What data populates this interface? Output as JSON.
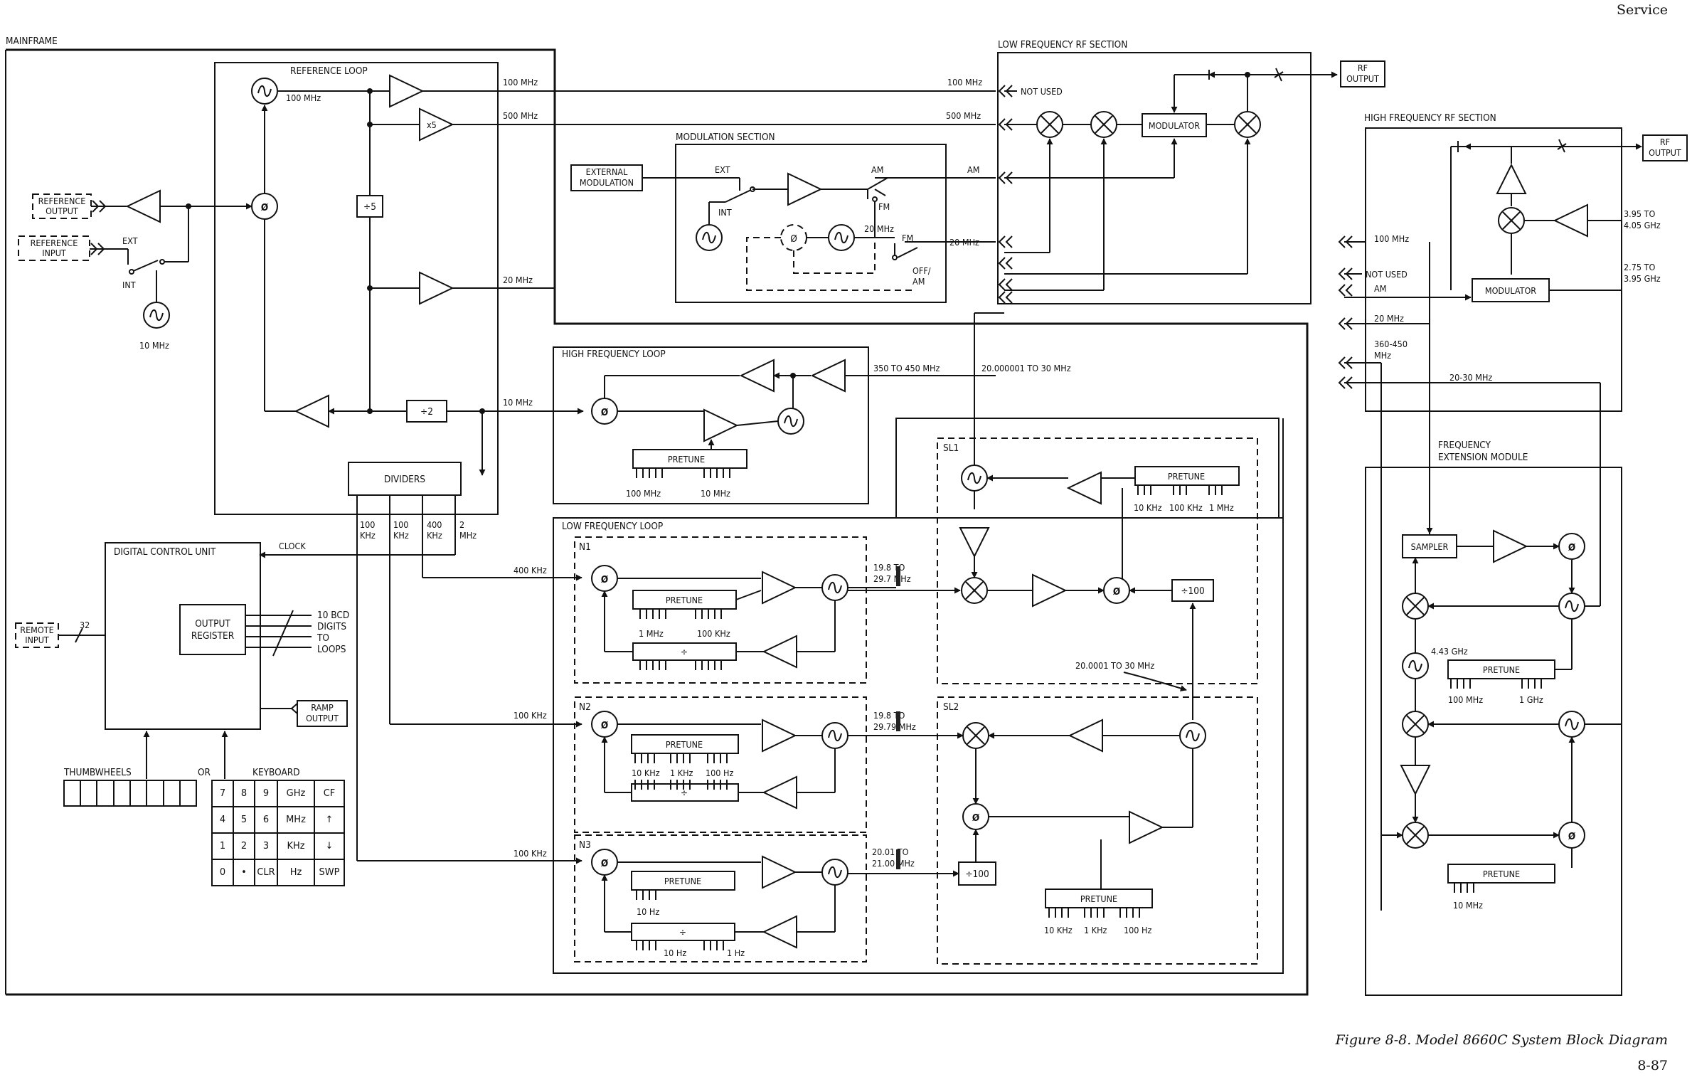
{
  "header": {
    "service": "Service"
  },
  "footer": {
    "caption": "Figure 8-8.  Model 8660C System Block Diagram",
    "page": "8-87"
  },
  "sections": {
    "mainframe": "MAINFRAME",
    "reference_loop": "REFERENCE LOOP",
    "modulation_section": "MODULATION SECTION",
    "lf_rf_section": "LOW FREQUENCY RF SECTION",
    "hf_rf_section": "HIGH FREQUENCY RF SECTION",
    "high_frequency_loop": "HIGH FREQUENCY LOOP",
    "low_frequency_loop": "LOW FREQUENCY LOOP",
    "digital_control_unit": "DIGITAL CONTROL UNIT",
    "freq_ext_module": [
      "FREQUENCY",
      "EXTENSION MODULE"
    ]
  },
  "labels": {
    "ref_output": [
      "REFERENCE",
      "OUTPUT"
    ],
    "ref_input": [
      "REFERENCE",
      "INPUT"
    ],
    "ext": "EXT",
    "int": "INT",
    "ten_mhz": "10 MHz",
    "hundred_mhz": "100 MHz",
    "five_hundred_mhz": "500 MHz",
    "twenty_mhz": "20 MHz",
    "x5": "x5",
    "div5": "÷5",
    "div2": "÷2",
    "div": "÷",
    "div100": "÷100",
    "phi": "Ø",
    "ext_mod": [
      "EXTERNAL",
      "MODULATION"
    ],
    "am": "AM",
    "fm": "FM",
    "off_am": [
      "OFF/",
      "AM"
    ],
    "dividers": "DIVIDERS",
    "div_outs": [
      [
        "100",
        "KHz"
      ],
      [
        "100",
        "KHz"
      ],
      [
        "400",
        "KHz"
      ],
      [
        "2",
        "MHz"
      ]
    ],
    "clock": "CLOCK",
    "output_register": [
      "OUTPUT",
      "REGISTER"
    ],
    "outputs_to_loops": [
      "10 BCD",
      "DIGITS",
      "TO",
      "LOOPS"
    ],
    "remote_input": [
      "REMOTE",
      "INPUT"
    ],
    "bus_32": "32",
    "ramp_output": [
      "RAMP",
      "OUTPUT"
    ],
    "thumbwheels": "THUMBWHEELS",
    "or": "OR",
    "keyboard": "KEYBOARD",
    "keys": [
      [
        "7",
        "8",
        "9",
        "GHz",
        "CF"
      ],
      [
        "4",
        "5",
        "6",
        "MHz",
        "↑"
      ],
      [
        "1",
        "2",
        "3",
        "KHz",
        "↓"
      ],
      [
        "0",
        "•",
        "CLR",
        "Hz",
        "SWP"
      ]
    ],
    "pretune": "PRETUNE",
    "n1": "N1",
    "n2": "N2",
    "n3": "N3",
    "sl1": "SL1",
    "sl2": "SL2",
    "khz400": "400 KHz",
    "khz100": "100 KHz",
    "n1_range": [
      "19.8 TO",
      "29.7 MHz"
    ],
    "n2_range": [
      "19.8 TO",
      "29.79 MHz"
    ],
    "n3_range": [
      "20.01 TO",
      "21.00 MHz"
    ],
    "hf_range": "350 TO 450 MHz",
    "lf_range": "20.000001 TO 30 MHz",
    "sl_range": "20.0001 TO 30 MHz",
    "not_used": "NOT USED",
    "modulator": "MODULATOR",
    "rf_output": [
      "RF",
      "OUTPUT"
    ],
    "hf_band1": [
      "3.95 TO",
      "4.05 GHz"
    ],
    "hf_band2": [
      "2.75 TO",
      "3.95 GHz"
    ],
    "mhz_360_450": [
      "360-450",
      "MHz"
    ],
    "mhz_20_30": "20-30 MHz",
    "sampler": "SAMPLER",
    "ghz_443": "4.43 GHz",
    "p_hf": [
      "100 MHz",
      "10 MHz"
    ],
    "p_n1": [
      "1 MHz",
      "100 KHz"
    ],
    "p_n2": [
      "10 KHz",
      "1 KHz",
      "100 Hz"
    ],
    "p_n3a": "10 Hz",
    "p_n3b": [
      "10 Hz",
      "1 Hz"
    ],
    "p_sl1": [
      "10 KHz",
      "100 KHz",
      "1 MHz"
    ],
    "p_sl2": [
      "10 KHz",
      "1 KHz",
      "100 Hz"
    ],
    "p_fem1": [
      "100 MHz",
      "1 GHz"
    ],
    "p_fem2": "10 MHz"
  }
}
